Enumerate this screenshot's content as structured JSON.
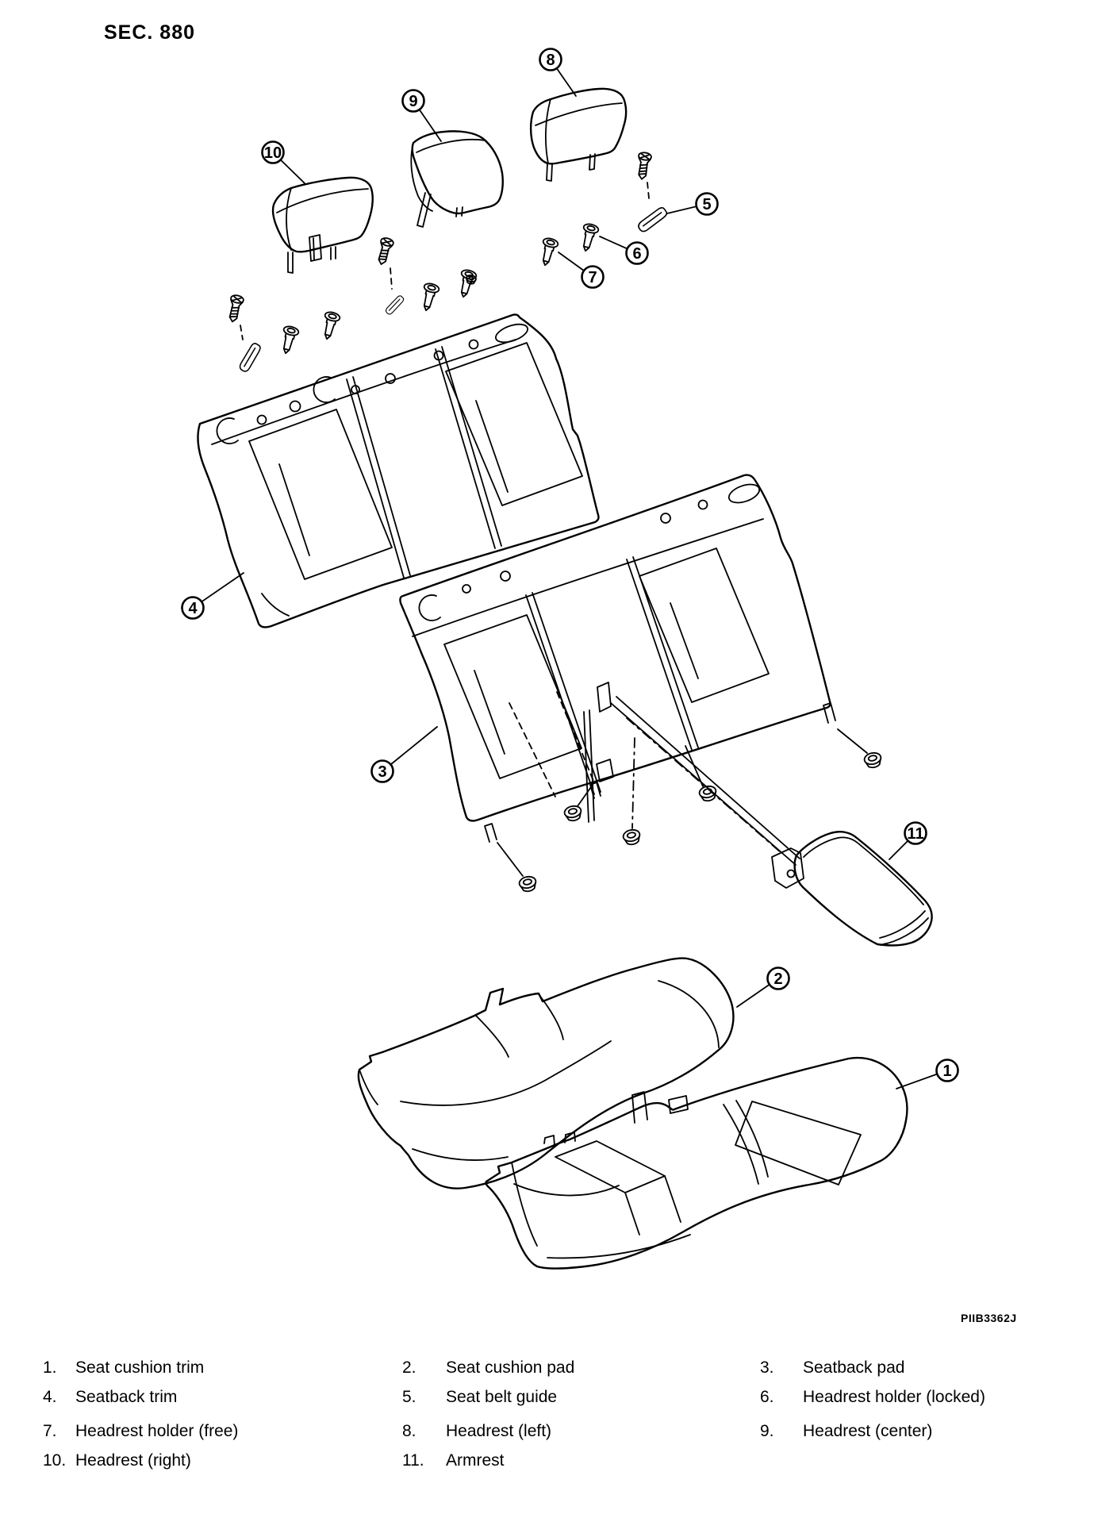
{
  "header": {
    "sec_label": "SEC. 880"
  },
  "figure": {
    "code": "PIIB3362J"
  },
  "callouts": [
    {
      "num": "1"
    },
    {
      "num": "2"
    },
    {
      "num": "3"
    },
    {
      "num": "4"
    },
    {
      "num": "5"
    },
    {
      "num": "6"
    },
    {
      "num": "7"
    },
    {
      "num": "8"
    },
    {
      "num": "9"
    },
    {
      "num": "10"
    },
    {
      "num": "11"
    }
  ],
  "legend": {
    "items": [
      {
        "num": "1.",
        "label": "Seat cushion trim"
      },
      {
        "num": "2.",
        "label": "Seat cushion pad"
      },
      {
        "num": "3.",
        "label": "Seatback pad"
      },
      {
        "num": "4.",
        "label": "Seatback trim"
      },
      {
        "num": "5.",
        "label": "Seat belt guide"
      },
      {
        "num": "6.",
        "label": "Headrest holder (locked)"
      },
      {
        "num": "7.",
        "label": "Headrest holder (free)"
      },
      {
        "num": "8.",
        "label": "Headrest (left)"
      },
      {
        "num": "9.",
        "label": "Headrest (center)"
      },
      {
        "num": "10.",
        "label": "Headrest (right)"
      },
      {
        "num": "11.",
        "label": "Armrest"
      }
    ]
  }
}
